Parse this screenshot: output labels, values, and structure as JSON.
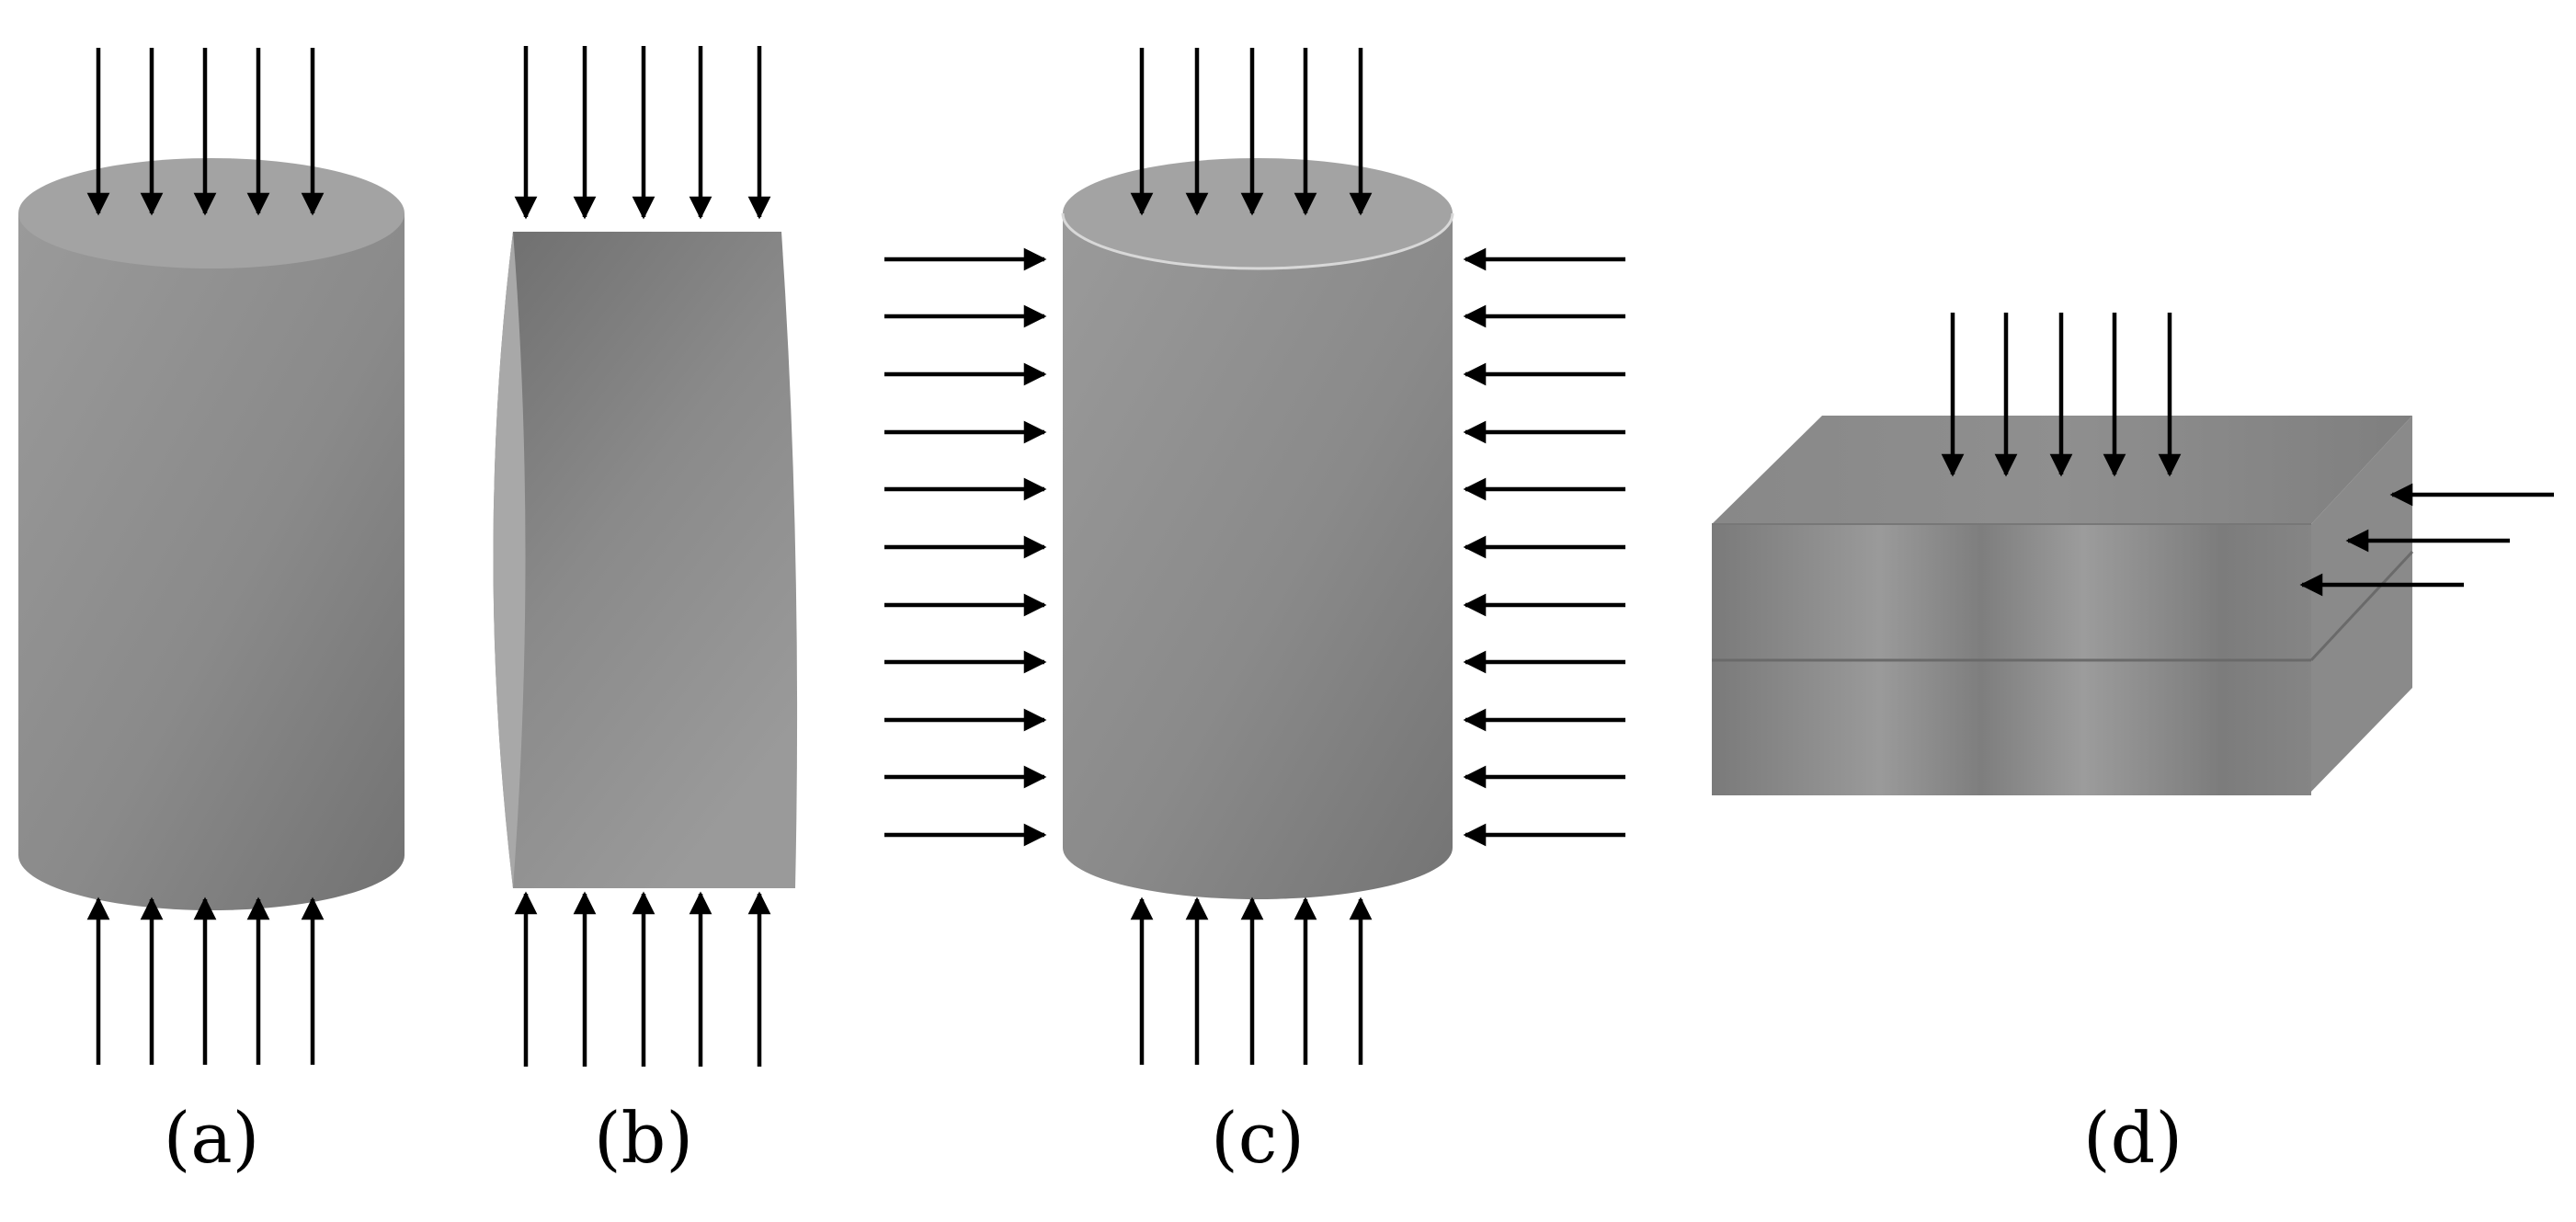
{
  "figure": {
    "panels": [
      {
        "id": "a",
        "caption": "(a)",
        "description_shape": "cylinder"
      },
      {
        "id": "b",
        "caption": "(b)",
        "description_shape": "half-cylinder"
      },
      {
        "id": "c",
        "caption": "(c)",
        "description_shape": "cylinder"
      },
      {
        "id": "d",
        "caption": "(d)",
        "description_shape": "layered-block"
      }
    ]
  },
  "colors": {
    "arrow": "#000000",
    "body_light": "#9a9a9a",
    "body_mid": "#8a8a8a",
    "body_dark": "#6f6f6f",
    "top_face": "#a3a3a3",
    "background": "#ffffff"
  }
}
